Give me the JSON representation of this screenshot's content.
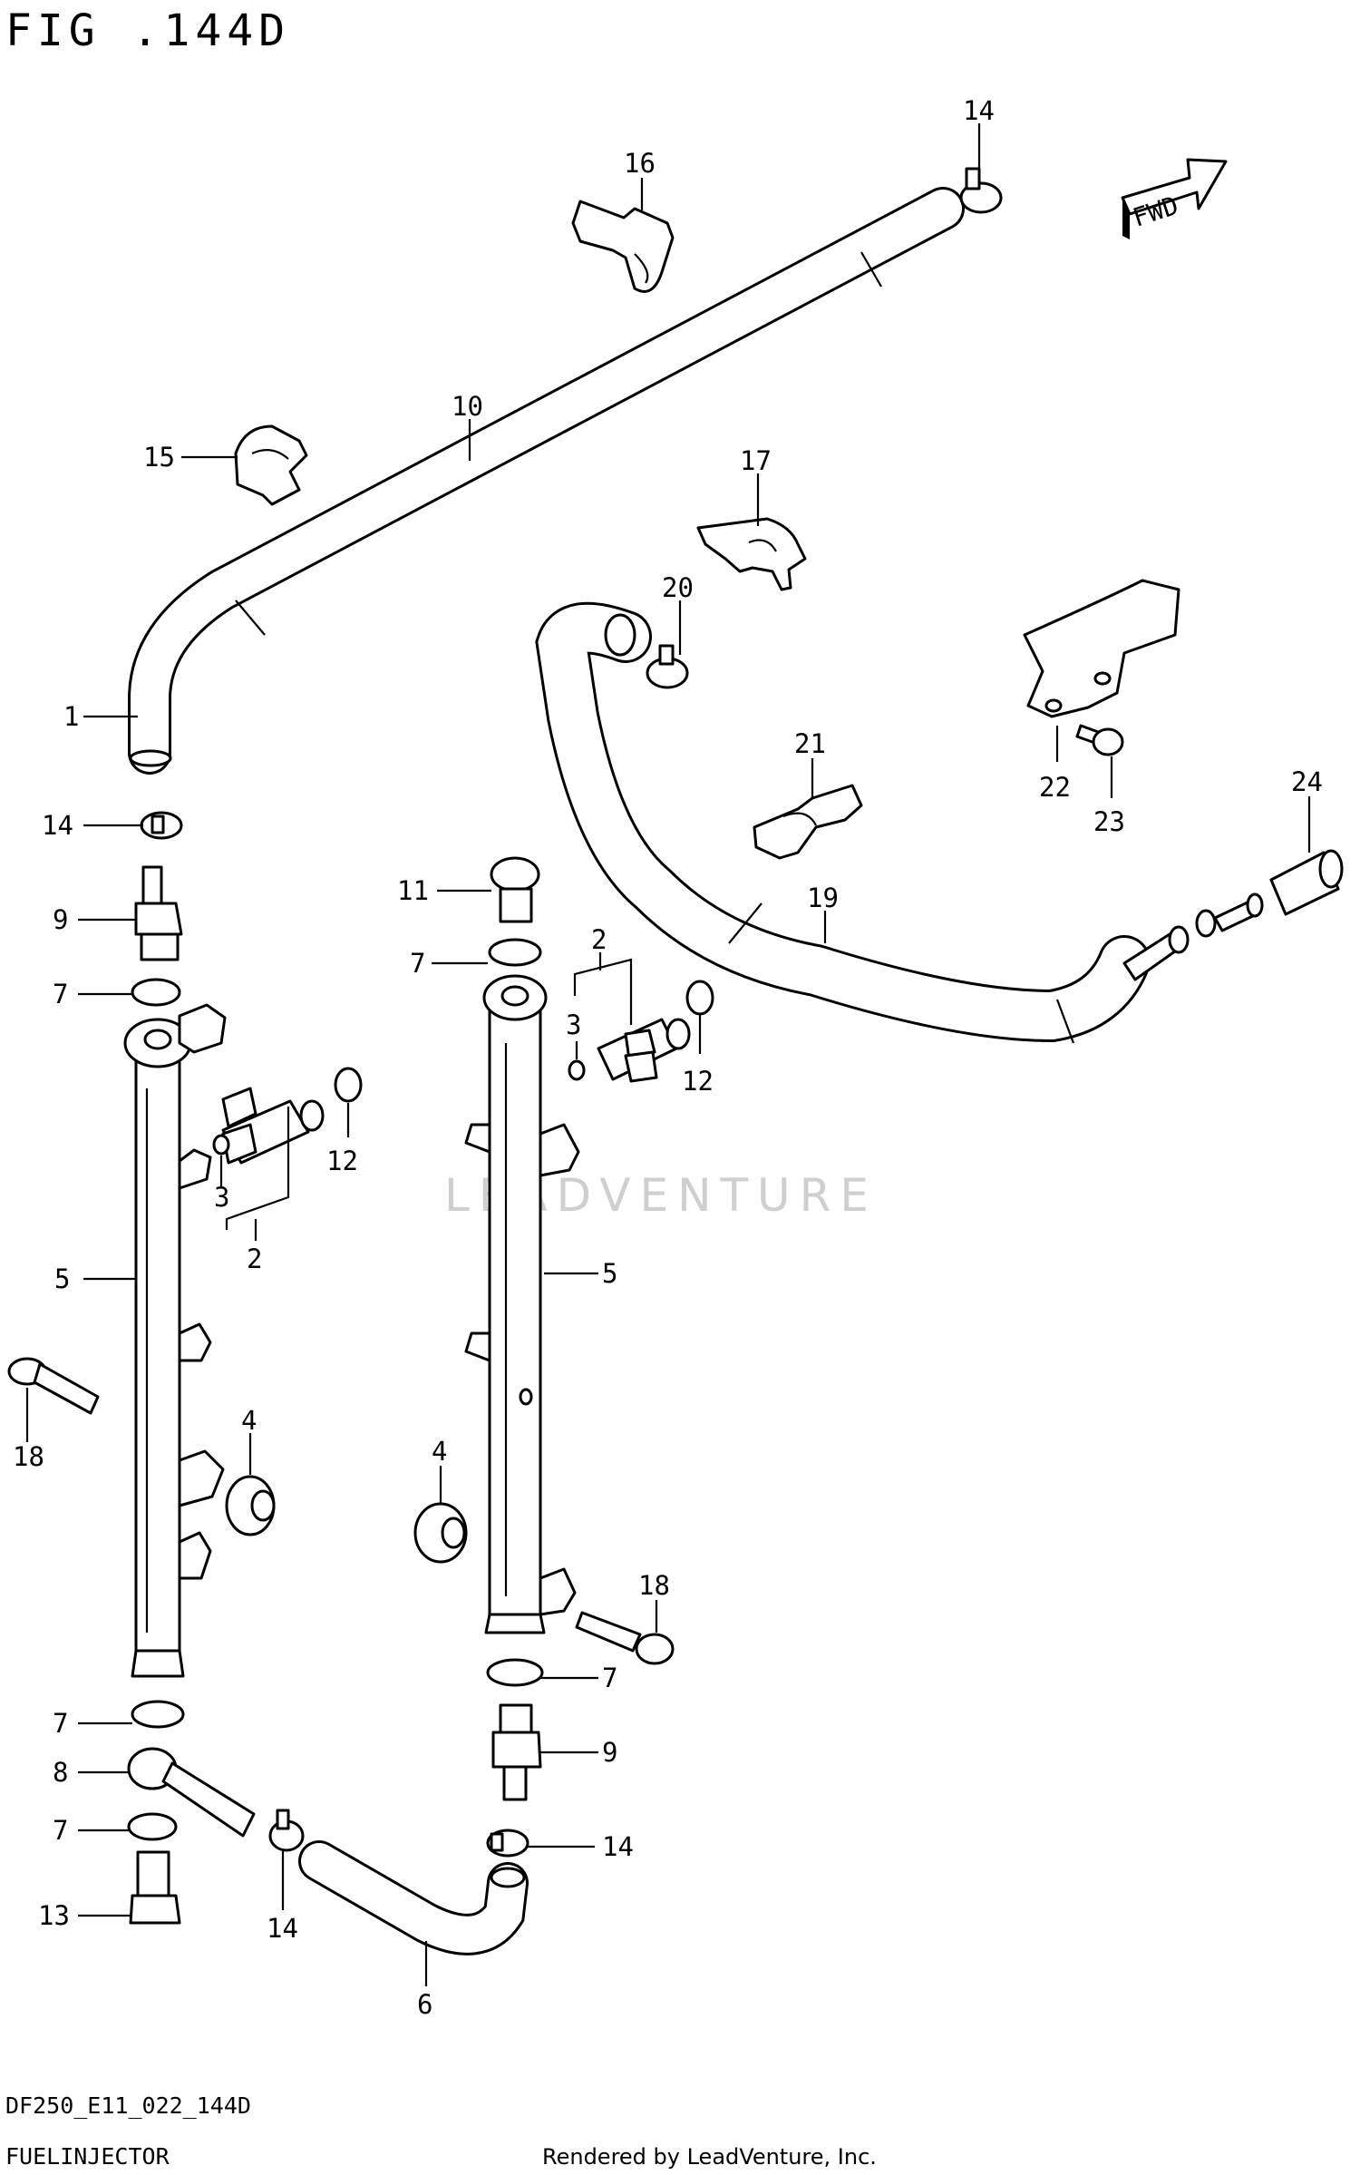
{
  "header": {
    "title": "FIG .144D"
  },
  "footer": {
    "code": "DF250_E11_022_144D",
    "name": "FUELINJECTOR",
    "render_credit": "Rendered by LeadVenture, Inc."
  },
  "watermark": {
    "text": "LEADVENTURE"
  },
  "fwd_label": "FWD",
  "callouts": [
    {
      "id": "c14a",
      "label": "14"
    },
    {
      "id": "c16",
      "label": "16"
    },
    {
      "id": "c10",
      "label": "10"
    },
    {
      "id": "c15",
      "label": "15"
    },
    {
      "id": "c17",
      "label": "17"
    },
    {
      "id": "c20",
      "label": "20"
    },
    {
      "id": "c1",
      "label": "1"
    },
    {
      "id": "c22",
      "label": "22"
    },
    {
      "id": "c23",
      "label": "23"
    },
    {
      "id": "c24",
      "label": "24"
    },
    {
      "id": "c21",
      "label": "21"
    },
    {
      "id": "c14b",
      "label": "14"
    },
    {
      "id": "c11",
      "label": "11"
    },
    {
      "id": "c19",
      "label": "19"
    },
    {
      "id": "c9a",
      "label": "9"
    },
    {
      "id": "c2a",
      "label": "2"
    },
    {
      "id": "c7a",
      "label": "7"
    },
    {
      "id": "c7b",
      "label": "7"
    },
    {
      "id": "c3a",
      "label": "3"
    },
    {
      "id": "c12a",
      "label": "12"
    },
    {
      "id": "c12b",
      "label": "12"
    },
    {
      "id": "c3b",
      "label": "3"
    },
    {
      "id": "c2b",
      "label": "2"
    },
    {
      "id": "c5a",
      "label": "5"
    },
    {
      "id": "c5b",
      "label": "5"
    },
    {
      "id": "c4a",
      "label": "4"
    },
    {
      "id": "c18a",
      "label": "18"
    },
    {
      "id": "c4b",
      "label": "4"
    },
    {
      "id": "c18b",
      "label": "18"
    },
    {
      "id": "c7c",
      "label": "7"
    },
    {
      "id": "c7d",
      "label": "7"
    },
    {
      "id": "c9b",
      "label": "9"
    },
    {
      "id": "c8",
      "label": "8"
    },
    {
      "id": "c7e",
      "label": "7"
    },
    {
      "id": "c14c",
      "label": "14"
    },
    {
      "id": "c13",
      "label": "13"
    },
    {
      "id": "c14d",
      "label": "14"
    },
    {
      "id": "c6",
      "label": "6"
    }
  ]
}
